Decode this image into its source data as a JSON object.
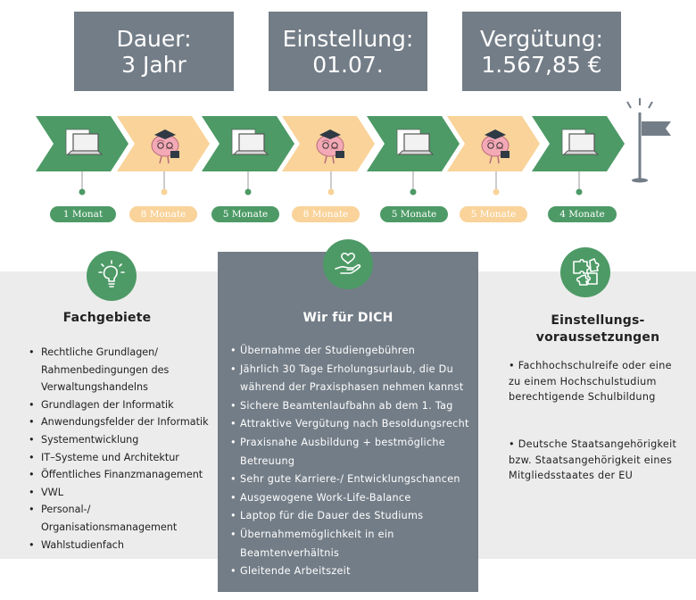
{
  "header": {
    "duration": {
      "label": "Dauer:",
      "value": "3 Jahr"
    },
    "start": {
      "label": "Einstellung:",
      "value": "01.07."
    },
    "salary": {
      "label": "Vergütung:",
      "value": "1.567,85 €"
    }
  },
  "timeline": {
    "phases": [
      {
        "type": "praxis",
        "icon": "laptop-icon",
        "duration": "1 Monat"
      },
      {
        "type": "studium",
        "icon": "brain-graduate-icon",
        "duration": "8 Monate"
      },
      {
        "type": "praxis",
        "icon": "laptop-icon",
        "duration": "5 Monate"
      },
      {
        "type": "studium",
        "icon": "brain-graduate-icon",
        "duration": "8 Monate"
      },
      {
        "type": "praxis",
        "icon": "laptop-icon",
        "duration": "5 Monate"
      },
      {
        "type": "studium",
        "icon": "brain-graduate-icon",
        "duration": "5 Monate"
      },
      {
        "type": "praxis",
        "icon": "laptop-icon",
        "duration": "4 Monate"
      }
    ],
    "end_icon": "finish-flag-icon"
  },
  "colors": {
    "green": "#4d9a66",
    "peach": "#f9d39a",
    "slate": "#737d87",
    "band": "#ececec"
  },
  "columns": {
    "fachgebiete": {
      "icon": "lightbulb-icon",
      "title": "Fachgebiete",
      "items": [
        "Rechtliche Grundlagen/ Rahmenbedingungen des Verwaltungshandelns",
        "Grundlagen der Informatik",
        "Anwendungsfelder der Informatik",
        "Systementwicklung",
        "IT–Systeme und Architektur",
        "Öffentliches Finanzmanagement",
        "VWL",
        "Personal-/ Organisationsmanagement",
        "Wahlstudienfach"
      ]
    },
    "benefits": {
      "icon": "heart-hand-icon",
      "title": "Wir für DICH",
      "items": [
        "Übernahme der Studiengebühren",
        "Jährlich 30 Tage Erholungsurlaub, die Du während der Praxisphasen nehmen kannst",
        "Sichere Beamtenlaufbahn ab dem 1. Tag",
        "Attraktive Vergütung nach Besoldungsrecht",
        "Praxisnahe Ausbildung + bestmögliche Betreuung",
        "Sehr gute Karriere-/ Entwicklungschancen",
        "Ausgewogene Work-Life-Balance",
        "Laptop für die Dauer des Studiums",
        "Übernahmemöglichkeit in ein Beamtenverhältnis",
        "Gleitende Arbeitszeit"
      ]
    },
    "requirements": {
      "icon": "puzzle-icon",
      "title_line1": "Einstellungs-",
      "title_line2": "voraussetzungen",
      "item1": "• Fachhochschulreife oder eine zu einem Hochschulstudium berechtigende Schulbildung",
      "item2": "• Deutsche Staatsangehörigkeit bzw. Staatsangehörigkeit eines Mitgliedsstaates der EU"
    }
  }
}
